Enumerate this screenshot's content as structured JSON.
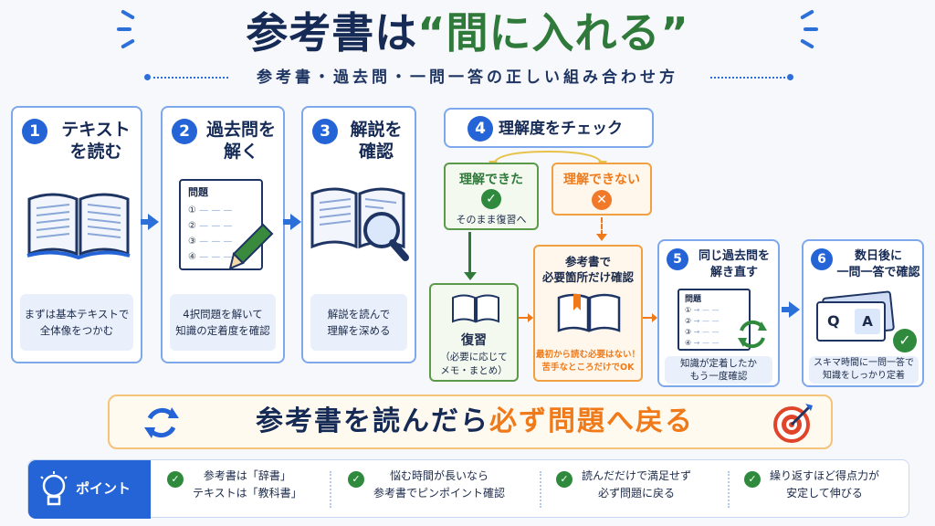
{
  "title": {
    "main": "参考書は",
    "highlight": "“間に入れる”",
    "subtitle": "参考書・過去問・一問一答の正しい組み合わせ方"
  },
  "steps": [
    {
      "num": "1",
      "title": "テキスト\nを読む",
      "desc": "まずは基本テキストで\n全体像をつかむ"
    },
    {
      "num": "2",
      "title": "過去問を\n解く",
      "desc": "4択問題を解いて\n知識の定着度を確認",
      "sheet_title": "問題",
      "options": [
        "①",
        "②",
        "③",
        "④"
      ]
    },
    {
      "num": "3",
      "title": "解説を\n確認",
      "desc": "解説を読んで\n理解を深める"
    },
    {
      "num": "4",
      "title": "理解度をチェック"
    },
    {
      "num": "5",
      "title": "同じ過去問を\n解き直す",
      "desc": "知識が定着したか\nもう一度確認",
      "sheet_title": "問題",
      "options": [
        "①",
        "②",
        "③",
        "④"
      ]
    },
    {
      "num": "6",
      "title": "数日後に\n一問一答で確認",
      "desc": "スキマ時間に一問一答で\n知識をしっかり定着",
      "card_q": "Q",
      "card_a": "A"
    }
  ],
  "branch": {
    "understood": {
      "label": "理解できた",
      "sub": "そのまま復習へ"
    },
    "not_understood": {
      "label": "理解できない"
    },
    "review": {
      "label": "復習",
      "sub": "（必要に応じて\nメモ・まとめ）"
    },
    "reference": {
      "label": "参考書で\n必要箇所だけ確認",
      "note": "最初から読む必要はない！\n苦手なところだけでOK"
    }
  },
  "banner": {
    "main": "参考書を読んだら",
    "highlight": "必ず問題へ戻る"
  },
  "points": {
    "head": "ポイント",
    "items": [
      "参考書は「辞書」\nテキストは「教科書」",
      "悩む時間が長いなら\n参考書でピンポイント確認",
      "読んだだけで満足せず\n必ず問題に戻る",
      "繰り返すほど得点力が\n安定して伸びる"
    ]
  },
  "colors": {
    "primary": "#2464d6",
    "green": "#2f7a3a",
    "orange": "#f07a1a",
    "navy": "#152a55"
  }
}
